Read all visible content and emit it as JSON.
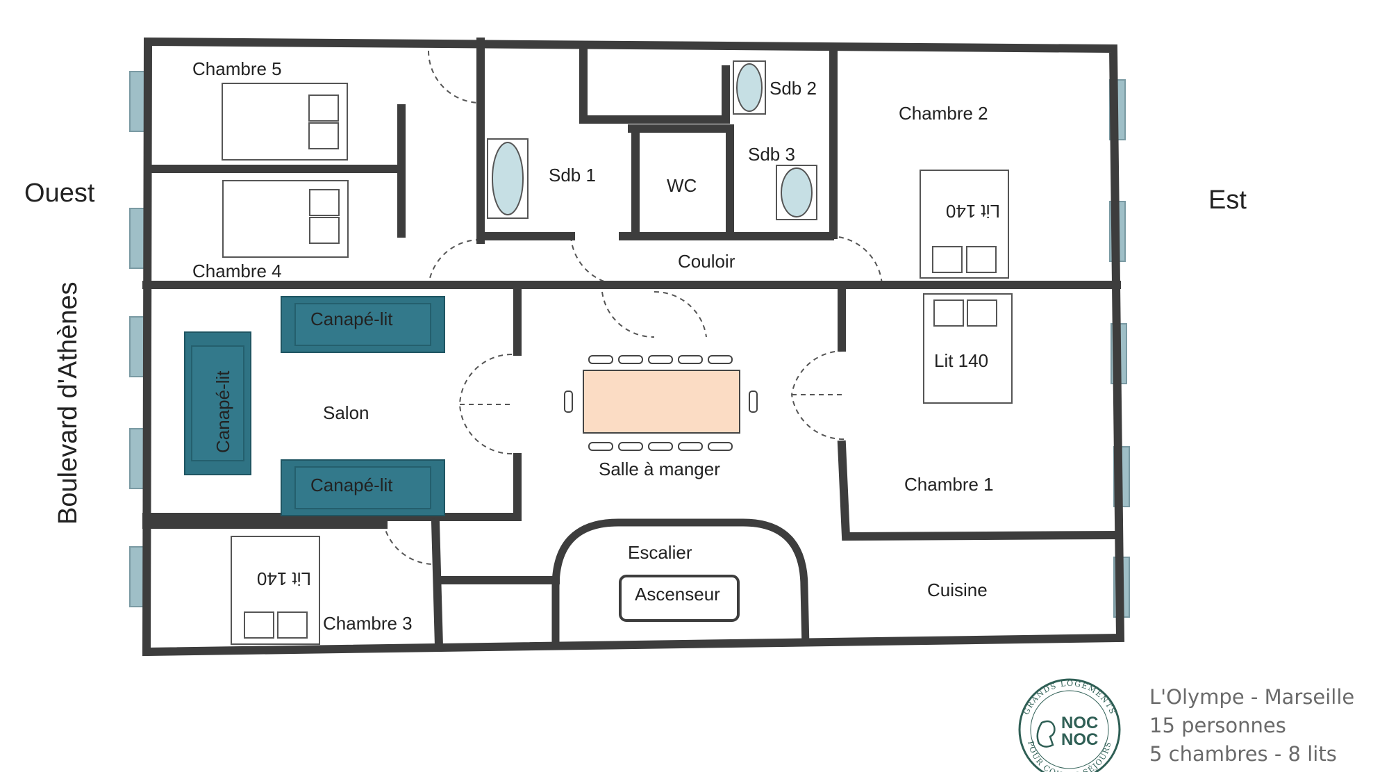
{
  "orientation": {
    "west": "Ouest",
    "east": "Est",
    "street": "Boulevard d'Athènes"
  },
  "rooms": {
    "chambre5": "Chambre 5",
    "chambre4": "Chambre 4",
    "chambre3": "Chambre 3",
    "chambre2": "Chambre 2",
    "chambre1": "Chambre 1",
    "sdb1": "Sdb 1",
    "sdb2": "Sdb 2",
    "sdb3": "Sdb 3",
    "wc": "WC",
    "couloir": "Couloir",
    "salon": "Salon",
    "salle_a_manger": "Salle à manger",
    "escalier": "Escalier",
    "ascenseur": "Ascenseur",
    "cuisine": "Cuisine"
  },
  "furniture": {
    "sofa_bed": "Canapé-lit",
    "bed_140": "Lit 140"
  },
  "logo": {
    "ring_top": "GRANDS LOGEMENTS",
    "ring_bottom": "POUR COURTS SÉJOURS",
    "line1": "NOC",
    "line2": "NOC"
  },
  "info": {
    "title": "L'Olympe  - Marseille",
    "guests": "15 personnes",
    "rooms": "5 chambres - 8 lits"
  },
  "colors": {
    "wall": "#3d3d3d",
    "window": "#9fbfc7",
    "sofa": "#2f7384",
    "table": "#fbdcc4",
    "brand": "#2f5f55"
  }
}
